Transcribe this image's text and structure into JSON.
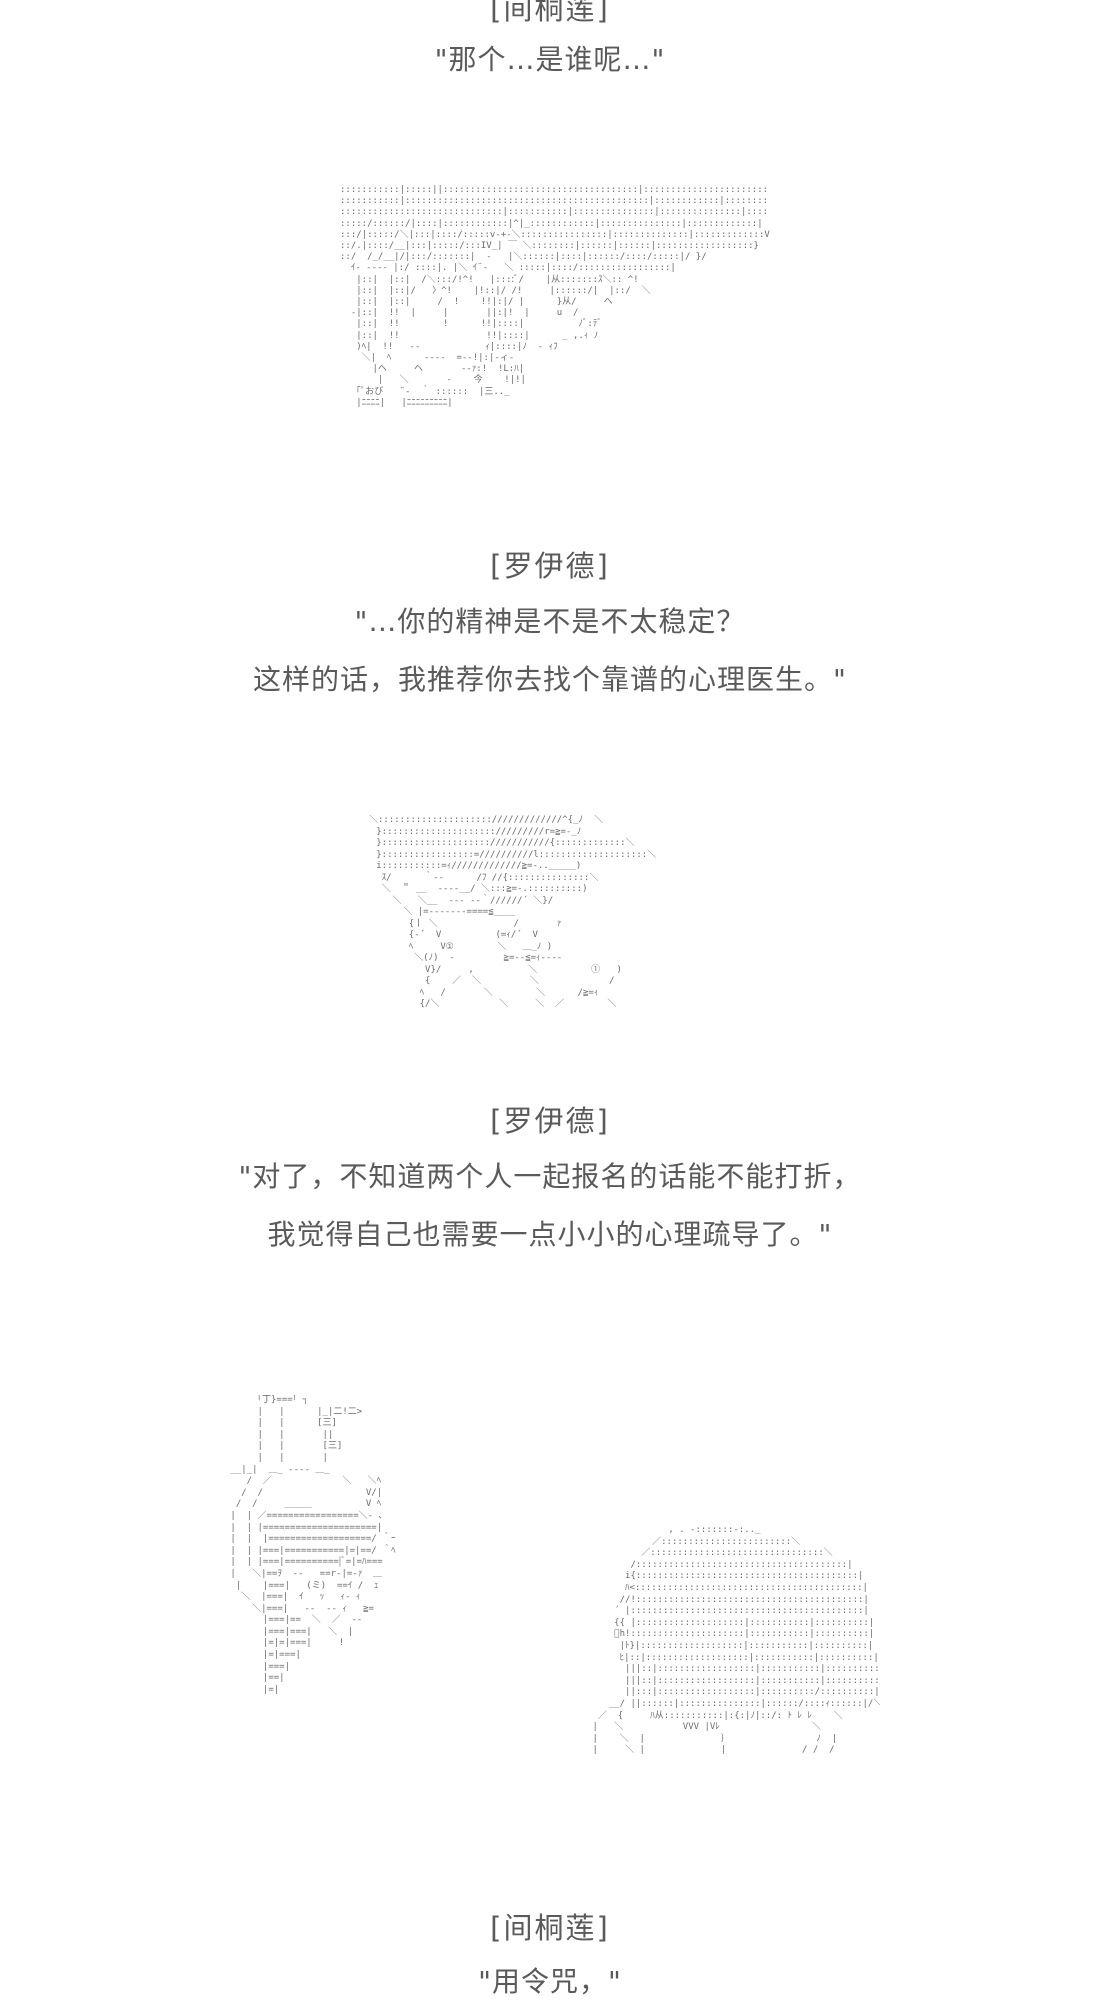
{
  "blocks": [
    {
      "speaker": "[间桐莲]",
      "lines": [
        "\"那个…是谁呢…\""
      ]
    },
    {
      "speaker": "[罗伊德]",
      "lines": [
        "\"…你的精神是不是不太稳定？",
        "这样的话，我推荐你去找个靠谱的心理医生。\""
      ]
    },
    {
      "speaker": "[罗伊德]",
      "lines": [
        "\"对了，不知道两个人一起报名的话能不能打折，",
        "我觉得自己也需要一点小小的心理疏导了。\""
      ]
    },
    {
      "speaker": "[间桐莲]",
      "lines": [
        "\"用令咒，\""
      ]
    }
  ],
  "art": {
    "portrait_1_label": "ﾟおび",
    "portrait_2_mark_a": "①",
    "portrait_2_mark_b": "①"
  }
}
